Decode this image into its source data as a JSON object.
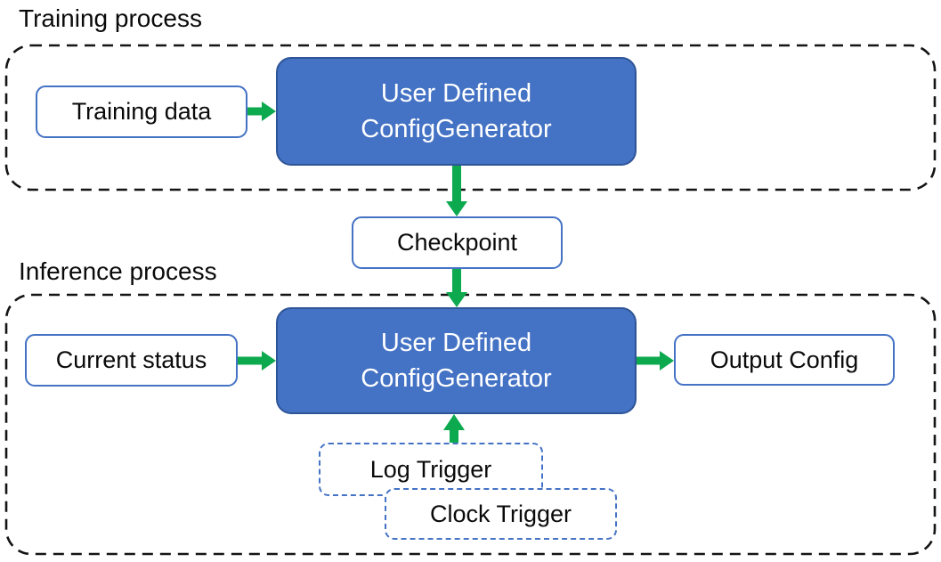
{
  "colors": {
    "accent_blue": "#4472C4",
    "generator_border_blue": "#2F5597",
    "arrow_green": "#0CA94F",
    "container_dash_black": "#141414",
    "generator_text": "#FFFFFF",
    "label_text": "#0A0A0A"
  },
  "training": {
    "label": "Training process",
    "input_label": "Training data",
    "generator": {
      "line1": "User Defined",
      "line2": "ConfigGenerator"
    }
  },
  "checkpoint": {
    "label": "Checkpoint"
  },
  "inference": {
    "label": "Inference process",
    "input_label": "Current status",
    "generator": {
      "line1": "User Defined",
      "line2": "ConfigGenerator"
    },
    "output_label": "Output Config",
    "triggers": [
      {
        "label": "Log Trigger"
      },
      {
        "label": "Clock Trigger"
      }
    ]
  }
}
